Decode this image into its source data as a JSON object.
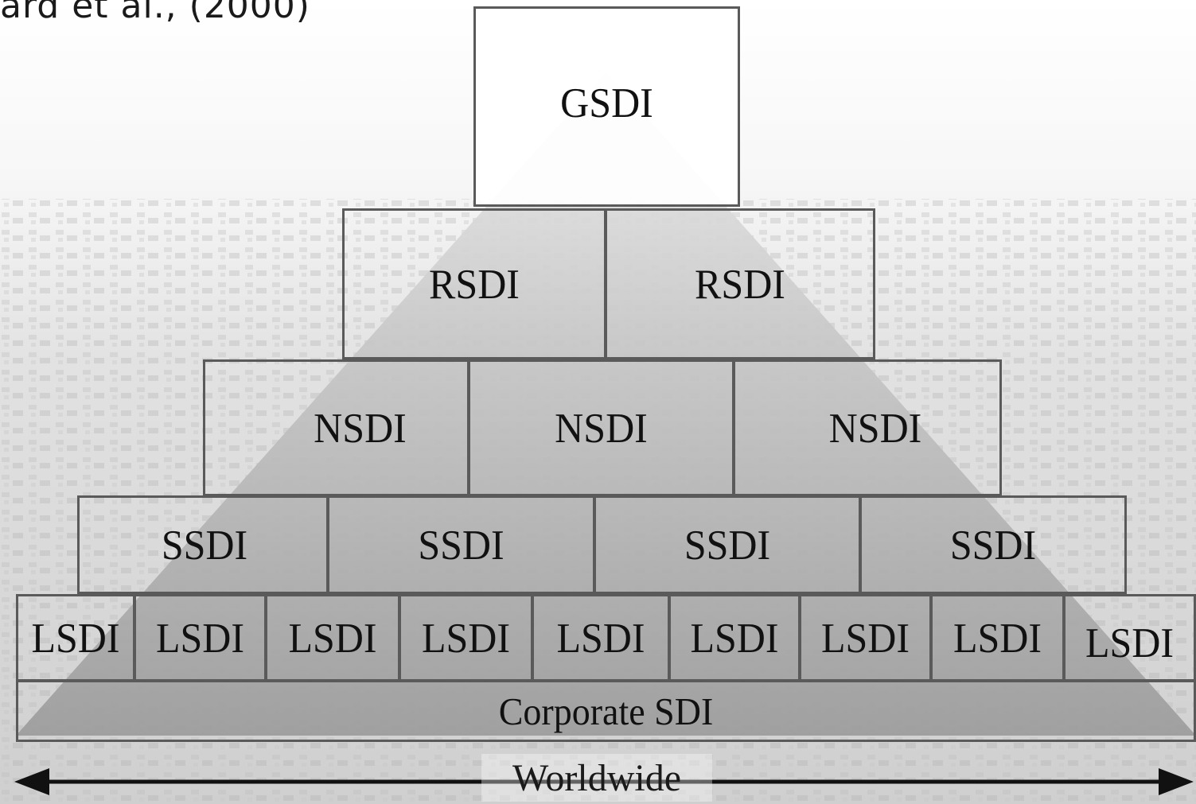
{
  "citation": "ard et al., (2000)",
  "levels": {
    "global": [
      "GSDI"
    ],
    "regional": [
      "RSDI",
      "RSDI"
    ],
    "national": [
      "NSDI",
      "NSDI",
      "NSDI"
    ],
    "state": [
      "SSDI",
      "SSDI",
      "SSDI",
      "SSDI"
    ],
    "local": [
      "LSDI",
      "LSDI",
      "LSDI",
      "LSDI",
      "LSDI",
      "LSDI",
      "LSDI",
      "LSDI",
      "LSDI"
    ],
    "corporate": "Corporate SDI"
  },
  "axis_label": "Worldwide",
  "colors": {
    "border": "#5a5a5a",
    "pyramid": "#9a9a9a",
    "arrow": "#111111"
  }
}
